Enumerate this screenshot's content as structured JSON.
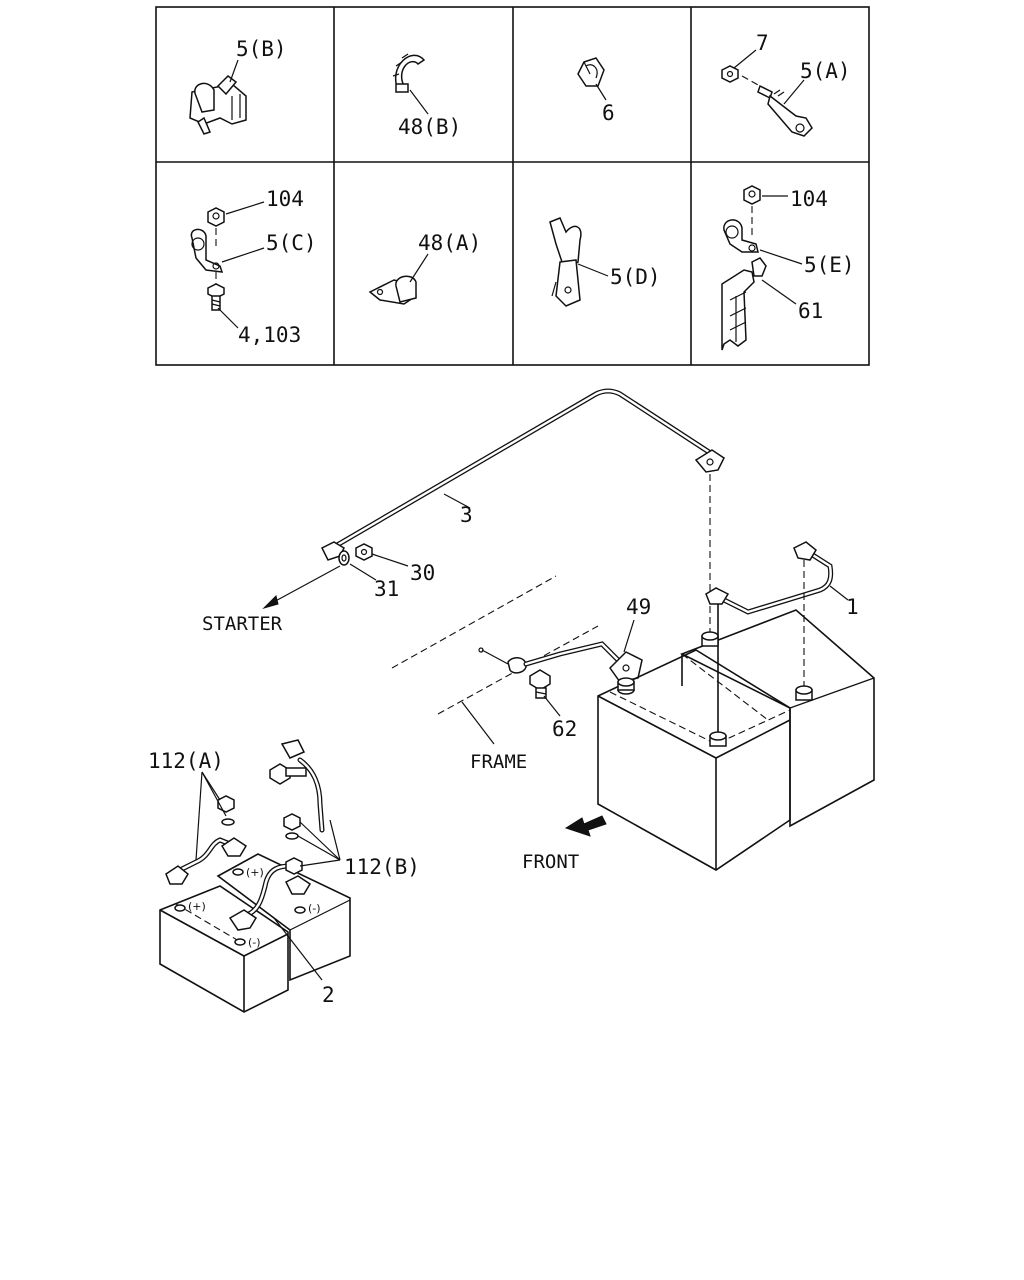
{
  "grid": {
    "cells": [
      {
        "callouts": [
          "5(B)"
        ]
      },
      {
        "callouts": [
          "48(B)"
        ]
      },
      {
        "callouts": [
          "6"
        ]
      },
      {
        "callouts": [
          "7",
          "5(A)"
        ]
      },
      {
        "callouts": [
          "104",
          "5(C)",
          "4,103"
        ]
      },
      {
        "callouts": [
          "48(A)"
        ]
      },
      {
        "callouts": [
          "5(D)"
        ]
      },
      {
        "callouts": [
          "104",
          "5(E)",
          "61"
        ]
      }
    ]
  },
  "main": {
    "labels": {
      "cable_3": "3",
      "washer_31": "31",
      "nut_30": "30",
      "starter": "STARTER",
      "cable_1": "1",
      "cable_49": "49",
      "bolt_62": "62",
      "frame": "FRAME",
      "front": "FRONT"
    }
  },
  "inset": {
    "labels": {
      "nut_112a": "112(A)",
      "nut_112b": "112(B)",
      "cable_2": "2",
      "pos_a": "(+)",
      "pos_b": "(+)",
      "neg_a": "(-)",
      "neg_b": "(-)"
    }
  }
}
